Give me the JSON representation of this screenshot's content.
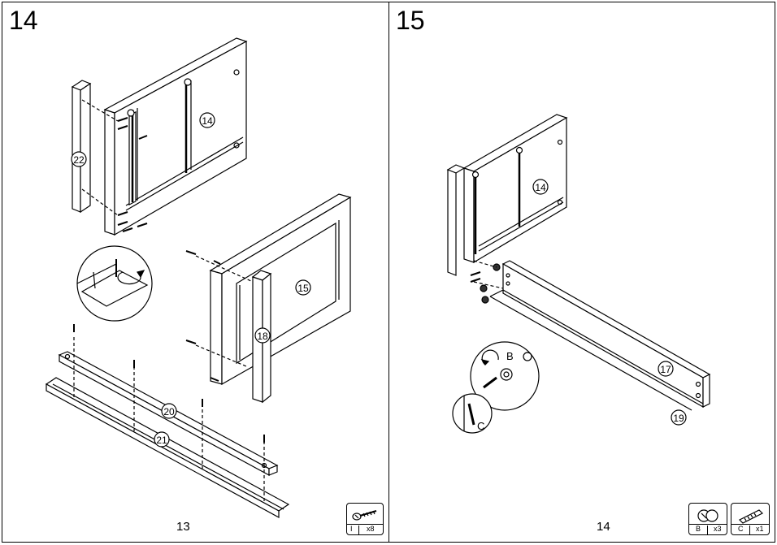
{
  "steps": [
    {
      "number": "14",
      "page": "13",
      "parts": [
        "14",
        "15",
        "18",
        "20",
        "21",
        "22"
      ],
      "hardware": [
        {
          "code": "I",
          "qty": "x8",
          "icon": "screw-icon"
        }
      ]
    },
    {
      "number": "15",
      "page": "14",
      "parts": [
        "14",
        "17",
        "19"
      ],
      "letters": [
        "B",
        "C"
      ],
      "hardware": [
        {
          "code": "B",
          "qty": "x3",
          "icon": "cam-lock-icon"
        },
        {
          "code": "C",
          "qty": "x1",
          "icon": "dowel-icon"
        }
      ]
    }
  ]
}
